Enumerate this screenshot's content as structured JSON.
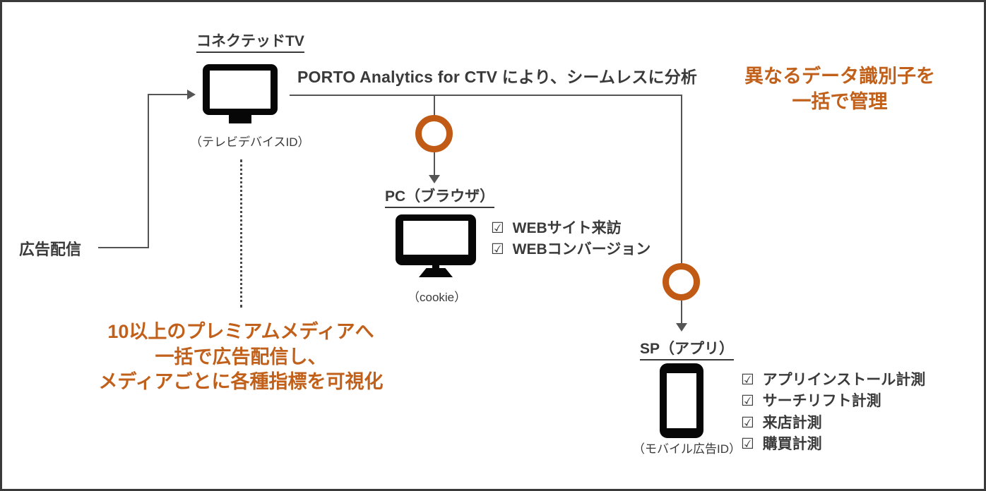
{
  "diagram": {
    "title_banner": "PORTO Analytics for CTV により、シームレスに分析",
    "left_entry_label": "広告配信",
    "nodes": [
      {
        "id": "ctv",
        "label": "コネクテッドTV",
        "identifier": "（テレビデバイスID）",
        "icon": "tv-icon"
      },
      {
        "id": "pc",
        "label": "PC（ブラウザ）",
        "identifier": "（cookie）",
        "icon": "desktop-monitor-icon",
        "metrics": [
          "WEBサイト来訪",
          "WEBコンバージョン"
        ]
      },
      {
        "id": "sp",
        "label": "SP（アプリ）",
        "identifier": "（モバイル広告ID）",
        "icon": "smartphone-icon",
        "metrics": [
          "アプリインストール計測",
          "サーチリフト計測",
          "来店計測",
          "購買計測"
        ]
      }
    ],
    "callouts": {
      "right": [
        "異なるデータ識別子を",
        "一括で管理"
      ],
      "bottom_left": [
        "10以上のプレミアムメディアへ",
        "一括で広告配信し、",
        "メディアごとに各種指標を可視化"
      ]
    },
    "checkbox_glyph": "☑",
    "colors": {
      "orange": "#C05A14",
      "orange_text": "#C0601A",
      "dark_text": "#3a3a3a",
      "icon_black": "#070707",
      "connector_gray": "#555555",
      "background": "#ffffff"
    }
  }
}
